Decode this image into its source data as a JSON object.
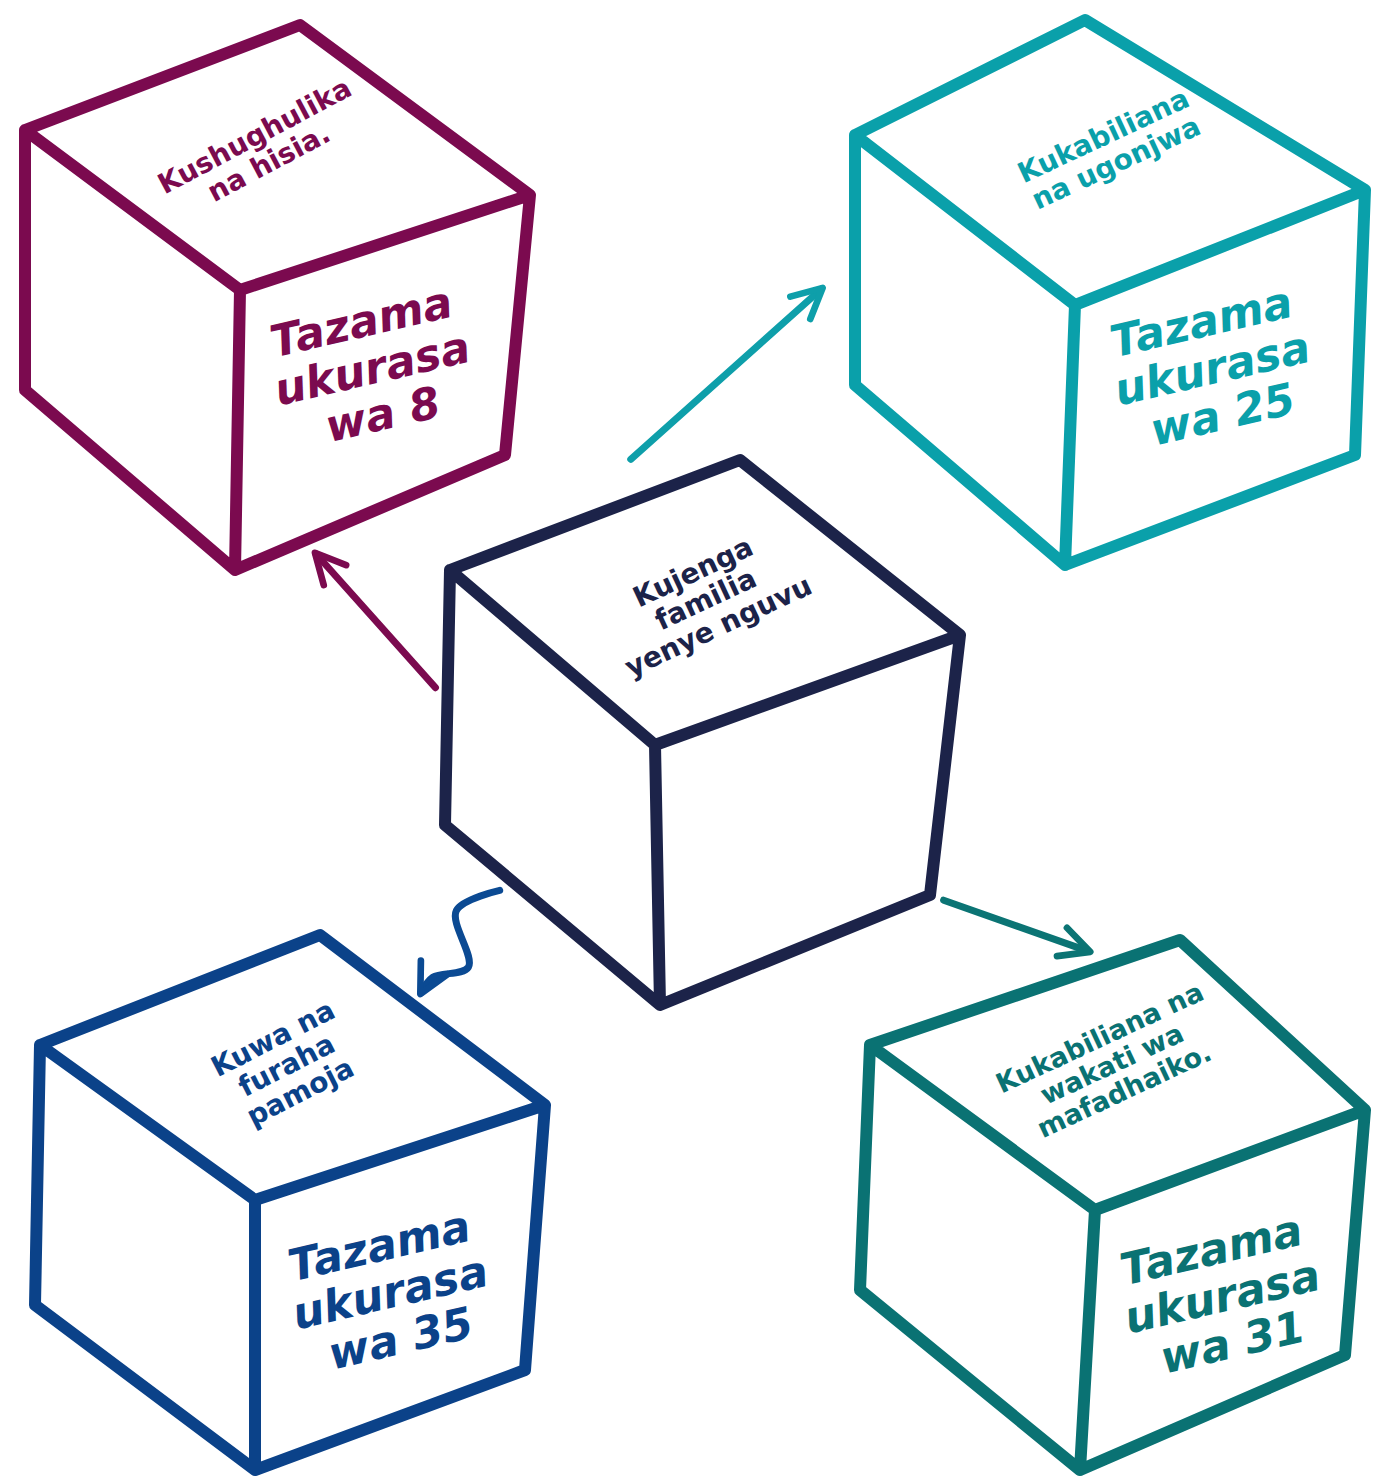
{
  "diagram": {
    "nodes": [
      {
        "text": [
          "Kushughulika na hisia.",
          "Tazama ukurasa wa 8"
        ]
      },
      {
        "text": [
          "Kukabiliana na ugonjwa",
          "Tazama ukurasa wa 25"
        ]
      },
      {
        "text": [
          "Kujenga familia yenye nguvu"
        ]
      },
      {
        "text": [
          "Kuwa na furaha pamoja",
          "Tazama ukurasa wa 35"
        ]
      },
      {
        "text": [
          "Kukabiliana na wakati wa mafadhaiko.",
          "Tazama ukurasa wa 31"
        ]
      }
    ],
    "edges": [
      {
        "from": 2,
        "to": 0,
        "arrow": "to"
      },
      {
        "from": 2,
        "to": 1,
        "arrow": "to"
      },
      {
        "from": 2,
        "to": 3,
        "arrow": "to"
      },
      {
        "from": 2,
        "to": 4,
        "arrow": "to"
      }
    ]
  }
}
